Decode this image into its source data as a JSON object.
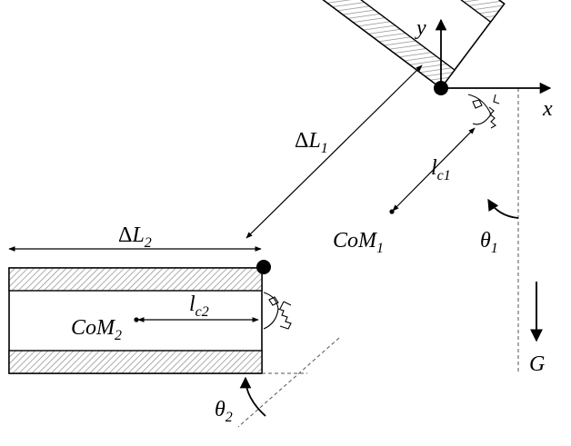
{
  "diagram": {
    "axes": {
      "x_label": "x",
      "y_label": "y"
    },
    "link1": {
      "length_delta": "L",
      "length_sub": "1",
      "com": "CoM",
      "com_sub": "1",
      "lc": "l",
      "lc_sub": "c1",
      "angle": "θ",
      "angle_sub": "1"
    },
    "link2": {
      "length_delta": "L",
      "length_sub": "2",
      "com": "CoM",
      "com_sub": "2",
      "lc": "l",
      "lc_sub": "c2",
      "angle": "θ",
      "angle_sub": "2"
    },
    "delta_symbol": "Δ",
    "gravity": "G"
  }
}
